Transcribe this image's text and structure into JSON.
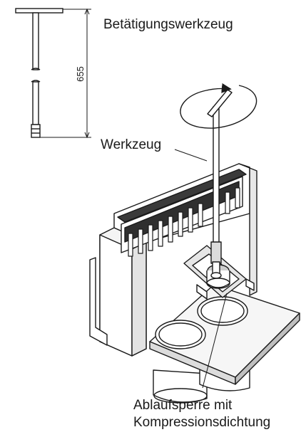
{
  "labels": {
    "actuation_tool": "Betätigungswerkzeug",
    "tool": "Werkzeug",
    "drain_lock_line1": "Ablaufsperre mit",
    "drain_lock_line2": "Kompressionsdichtung"
  },
  "dimension": {
    "length_value": "655"
  },
  "colors": {
    "line": "#1a1a1a",
    "fill_light": "#f2f2f2",
    "fill_mid": "#dcdcdc",
    "fill_dark": "#3a3a3a"
  }
}
